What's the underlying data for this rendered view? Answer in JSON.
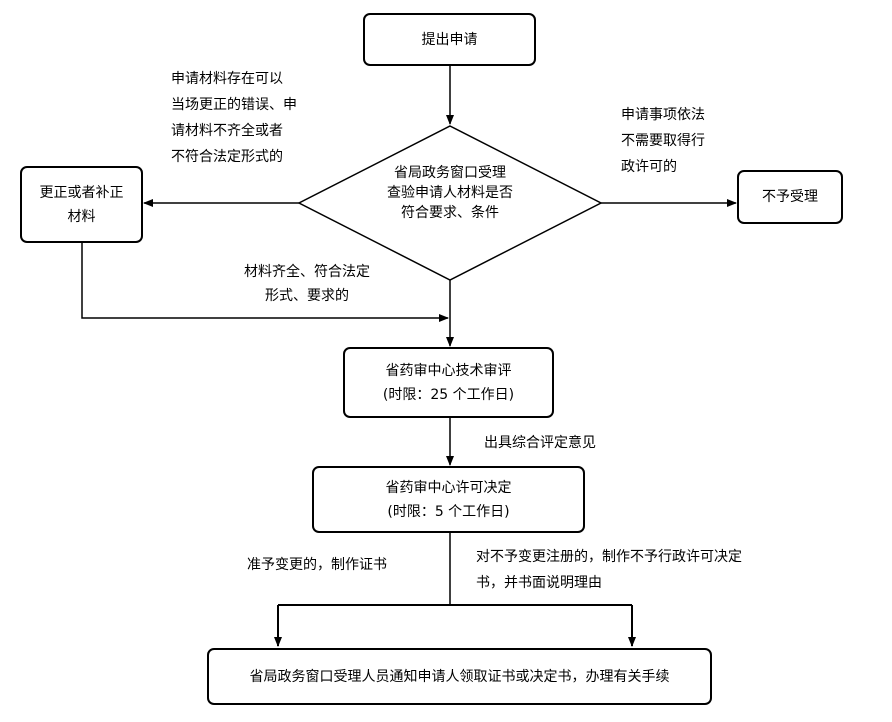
{
  "nodes": {
    "submit": "提出申请",
    "review": [
      "省局政务窗口受理",
      "查验申请人材料是否",
      "符合要求、条件"
    ],
    "correct": [
      "更正或者补正",
      "材料"
    ],
    "reject": "不予受理",
    "tech_review": [
      "省药审中心技术审评",
      "(时限：25 个工作日)"
    ],
    "decision": [
      "省药审中心许可决定",
      "(时限：5 个工作日)"
    ],
    "notify": "省局政务窗口受理人员通知申请人领取证书或决定书，办理有关手续"
  },
  "edges": {
    "correctable": [
      "申请材料存在可以",
      "当场更正的错误、申",
      "请材料不齐全或者",
      "不符合法定形式的"
    ],
    "no_permit_needed": [
      "申请事项依法",
      "不需要取得行",
      "政许可的"
    ],
    "complete": [
      "材料齐全、符合法定",
      "形式、要求的"
    ],
    "opinion": "出具综合评定意见",
    "approve": "准予变更的，制作证书",
    "deny": [
      "对不予变更注册的，制作不予行政许可决定",
      "书，并书面说明理由"
    ]
  }
}
